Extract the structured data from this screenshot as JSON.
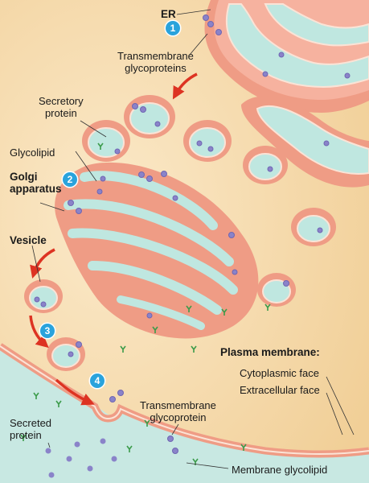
{
  "labels": {
    "er": "ER",
    "transmembrane_glycoproteins": [
      "Transmembrane",
      "glycoproteins"
    ],
    "secretory_protein": [
      "Secretory",
      "protein"
    ],
    "glycolipid": "Glycolipid",
    "golgi_apparatus": [
      "Golgi",
      "apparatus"
    ],
    "vesicle": "Vesicle",
    "plasma_membrane": "Plasma membrane:",
    "cytoplasmic_face": "Cytoplasmic face",
    "extracellular_face": "Extracellular face",
    "transmembrane_glycoprotein": [
      "Transmembrane",
      "glycoprotein"
    ],
    "secreted_protein": [
      "Secreted",
      "protein"
    ],
    "membrane_glycolipid": "Membrane glycolipid"
  },
  "steps": [
    "1",
    "2",
    "3",
    "4"
  ],
  "colors": {
    "cytoplasm": "#f6dcb0",
    "membrane": "#ef9c85",
    "lumen": "#bfe7e0",
    "exterior": "#c8e8e2",
    "arrow": "#dd3322",
    "protein": "#8a83c9",
    "glycan": "#3b9b4a",
    "step_badge": "#2aa3dc"
  }
}
